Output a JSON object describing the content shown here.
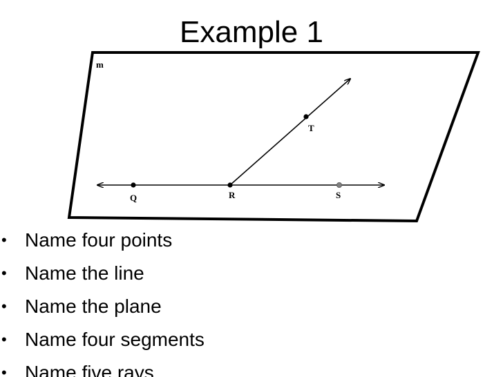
{
  "slide": {
    "title": "Example 1"
  },
  "diagram": {
    "plane_label": "m",
    "points": [
      {
        "id": "Q",
        "label": "Q",
        "color": "#000000"
      },
      {
        "id": "R",
        "label": "R",
        "color": "#000000"
      },
      {
        "id": "S",
        "label": "S",
        "color": "#808080"
      },
      {
        "id": "T",
        "label": "T",
        "color": "#000000"
      }
    ]
  },
  "bullets": [
    {
      "marker": "•",
      "text": "Name four points"
    },
    {
      "marker": "•",
      "text": "Name the line"
    },
    {
      "marker": "•",
      "text": "Name the plane"
    },
    {
      "marker": "•",
      "text": "Name four segments"
    },
    {
      "marker": "•",
      "text": "Name five rays"
    }
  ]
}
